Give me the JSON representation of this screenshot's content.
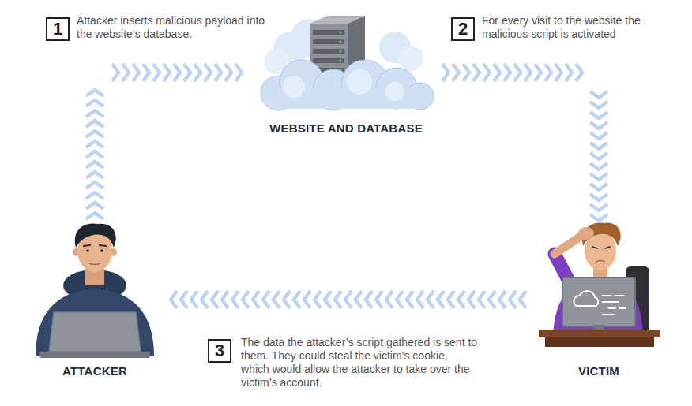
{
  "diagram": {
    "nodes": [
      {
        "text": [
          "WEBSITE AND DATABASE"
        ]
      },
      {
        "text": [
          "ATTACKER"
        ]
      },
      {
        "text": [
          "VICTIM"
        ]
      }
    ],
    "edges": [
      {
        "from": 1,
        "to": 0,
        "arrow": "to"
      },
      {
        "from": 0,
        "to": 2,
        "arrow": "to"
      },
      {
        "from": 2,
        "to": 1,
        "arrow": "to"
      }
    ],
    "labels": [
      "1",
      "Attacker inserts malicious payload into the website’s database.",
      "2",
      "For every visit to the website the malicious script is activated",
      "3",
      "The data the attacker’s script gathered is sent to them. They could steal the victim’s cookie, which would allow the attacker to take over the victim’s account."
    ]
  }
}
